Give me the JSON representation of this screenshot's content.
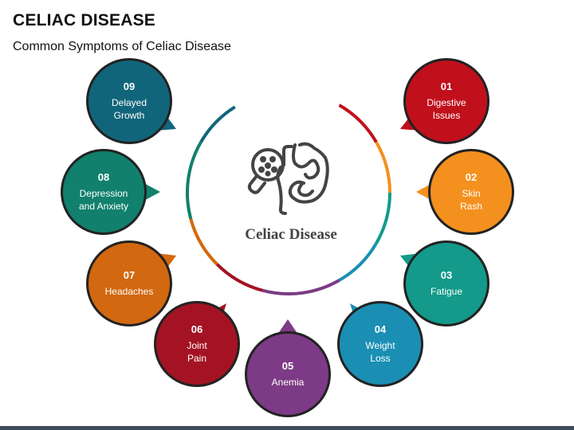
{
  "title": "CELIAC DISEASE",
  "subtitle": "Common Symptoms of Celiac Disease",
  "center": {
    "label": "Celiac Disease",
    "icon": "intestine-icon"
  },
  "symptoms": [
    {
      "number": "01",
      "label": "Digestive\nIssues",
      "color": "#c0101c"
    },
    {
      "number": "02",
      "label": "Skin\nRash",
      "color": "#f4901e"
    },
    {
      "number": "03",
      "label": "Fatigue",
      "color": "#139a8a"
    },
    {
      "number": "04",
      "label": "Weight\nLoss",
      "color": "#1a8fb3"
    },
    {
      "number": "05",
      "label": "Anemia",
      "color": "#7d3a86"
    },
    {
      "number": "06",
      "label": "Joint\nPain",
      "color": "#a31323"
    },
    {
      "number": "07",
      "label": "Headaches",
      "color": "#d2680f"
    },
    {
      "number": "08",
      "label": "Depression\nand Anxiety",
      "color": "#11806d"
    },
    {
      "number": "09",
      "label": "Delayed\nGrowth",
      "color": "#11657a"
    }
  ],
  "colors": {
    "ring_gap": "#ffffff",
    "icon": "#444444",
    "bottom_bar": "#3d4a5a"
  }
}
